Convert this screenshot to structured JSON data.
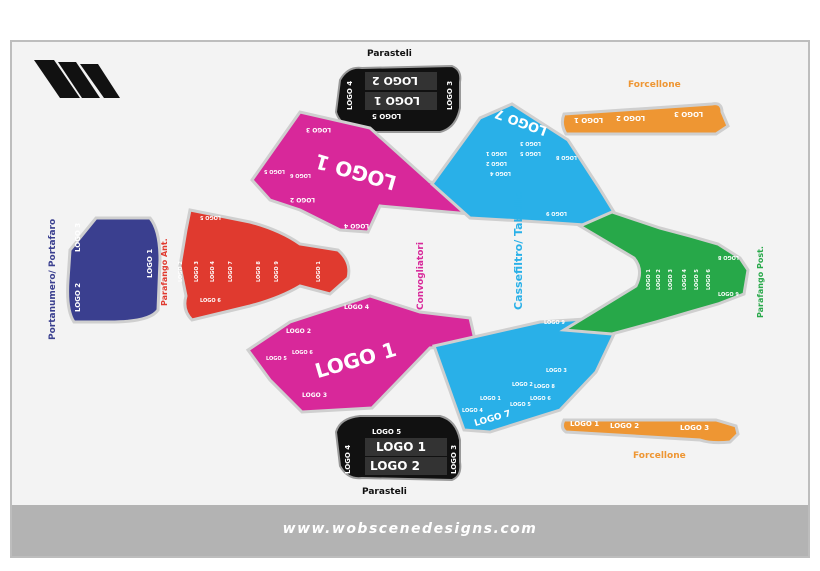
{
  "footer": {
    "url": "www.wobscenedesigns.com"
  },
  "colors": {
    "navy": "#3a3f8f",
    "red": "#e03a2f",
    "magenta": "#d8289a",
    "cyan": "#29b0e8",
    "green": "#27a849",
    "orange": "#ee9633",
    "black": "#111111",
    "footer": "#b3b3b3"
  },
  "labels": {
    "parasteli": "Parasteli",
    "forcellone": "Forcellone",
    "portanumero": "Portanumero/ Portafaro",
    "parafango_ant": "Parafango Ant.",
    "convogliatori": "Convogliatori",
    "cassefiltro": "Cassefiltro/ Tabelle",
    "parafango_post": "Parafango Post."
  },
  "logos": {
    "logo1": "LOGO 1",
    "logo2": "LOGO 2",
    "logo3": "LOGO 3",
    "logo4": "LOGO 4",
    "logo5": "LOGO 5",
    "logo6": "LOGO 6",
    "logo7": "LOGO 7",
    "logo8": "LOGO 8",
    "logo9": "LOGO 9"
  }
}
